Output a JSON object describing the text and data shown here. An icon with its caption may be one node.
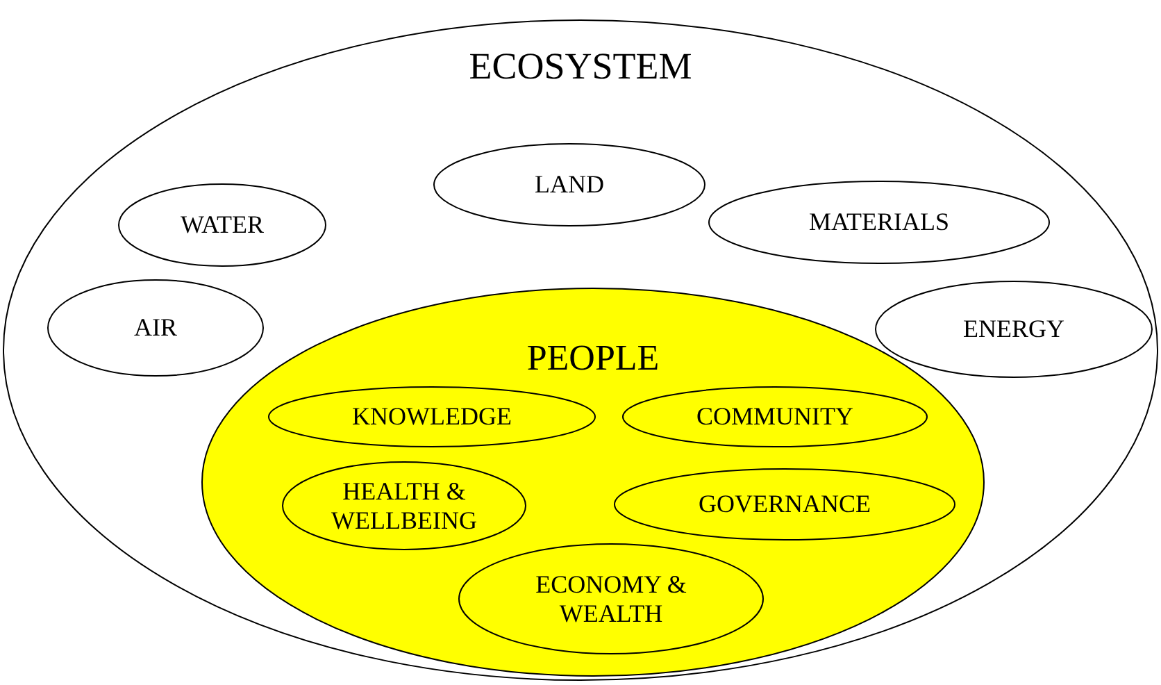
{
  "diagram": {
    "nodes": [
      {
        "text": [
          "ECOSYSTEM"
        ]
      },
      {
        "text": [
          "LAND"
        ],
        "in": 0
      },
      {
        "text": [
          "WATER"
        ],
        "in": 0
      },
      {
        "text": [
          "MATERIALS"
        ],
        "in": 0
      },
      {
        "text": [
          "AIR"
        ],
        "in": 0
      },
      {
        "text": [
          "ENERGY"
        ],
        "in": 0
      },
      {
        "text": [
          "PEOPLE"
        ],
        "in": 0
      },
      {
        "text": [
          "KNOWLEDGE"
        ],
        "in": 6
      },
      {
        "text": [
          "COMMUNITY"
        ],
        "in": 6
      },
      {
        "text": [
          "HEALTH & WELLBEING"
        ],
        "in": 6
      },
      {
        "text": [
          "GOVERNANCE"
        ],
        "in": 6
      },
      {
        "text": [
          "ECONOMY & WEALTH"
        ],
        "in": 6
      }
    ]
  }
}
